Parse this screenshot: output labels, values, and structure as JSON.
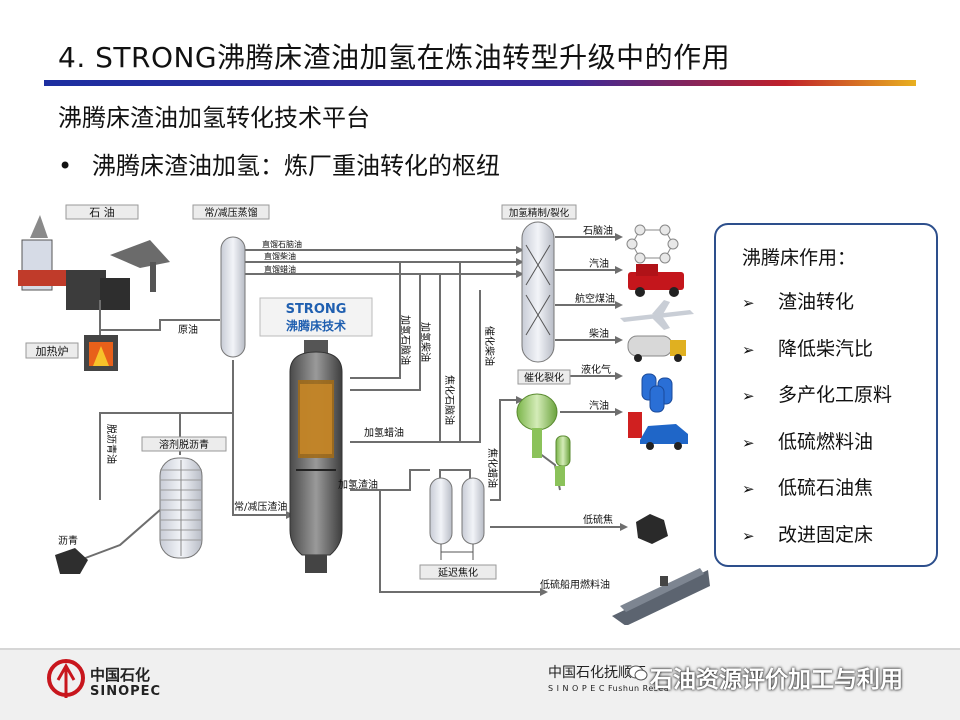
{
  "header": {
    "title": "4. STRONG沸腾床渣油加氢在炼油转型升级中的作用",
    "subtitle": "沸腾床渣油加氢转化技术平台",
    "bullet": "沸腾床渣油加氢：炼厂重油转化的枢纽"
  },
  "diagram": {
    "unit_crude": "石  油",
    "unit_distill": "常/减压蒸馏",
    "unit_hydro": "加氢精制/裂化",
    "unit_heater": "加热炉",
    "unit_deasphalt": "溶剂脱沥青",
    "unit_fcc": "催化裂化",
    "unit_coker": "延迟焦化",
    "strong_line1": "STRONG",
    "strong_line2": "沸腾床技术",
    "stream_crude": "原油",
    "stream_sr_naphtha": "直馏石脑油",
    "stream_sr_diesel": "直馏柴油",
    "stream_sr_wax": "直馏蜡油",
    "stream_dao": "脱沥青油",
    "stream_asphalt": "沥青",
    "stream_resid": "常/减压渣油",
    "stream_hn": "加氢石脑油",
    "stream_hd": "加氢柴油",
    "stream_hw": "加氢蜡油",
    "stream_hr": "加氢渣油",
    "stream_cn": "焦化石脑油",
    "stream_cw": "焦化蜡油",
    "stream_fd": "催化柴油",
    "prod_naphtha": "石脑油",
    "prod_gasoline1": "汽油",
    "prod_jet": "航空煤油",
    "prod_diesel": "柴油",
    "prod_lpg": "液化气",
    "prod_gasoline2": "汽油",
    "prod_coke": "低硫焦",
    "prod_bunker": "低硫船用燃料油"
  },
  "panel": {
    "title": "沸腾床作用：",
    "items": [
      "渣油转化",
      "降低柴汽比",
      "多产化工原料",
      "低硫燃料油",
      "低硫石油焦",
      "改进固定床"
    ]
  },
  "footer": {
    "logo_cn": "中国石化",
    "logo_en": "SINOPEC",
    "org_cn": "中国石化抚顺石",
    "org_en": "S I N O P E C   Fushun Resea",
    "watermark": "石油资源评价加工与利用"
  },
  "colors": {
    "title_bar_start": "#1d2fa0",
    "title_bar_end": "#e8b020",
    "panel_border": "#2d4f8c",
    "strong_text": "#1f5fb0",
    "line": "#6e6e6e"
  }
}
